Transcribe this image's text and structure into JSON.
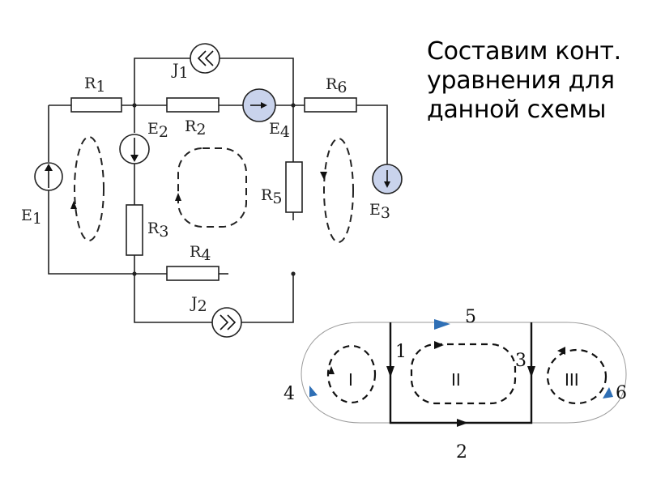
{
  "heading": {
    "line1": "Составим конт.",
    "line2": "уравнения для",
    "line3": "данной схемы"
  },
  "circuit": {
    "labels": {
      "R1": {
        "main": "R",
        "sub": "1"
      },
      "R2": {
        "main": "R",
        "sub": "2"
      },
      "R3": {
        "main": "R",
        "sub": "3"
      },
      "R4": {
        "main": "R",
        "sub": "4"
      },
      "R5": {
        "main": "R",
        "sub": "5"
      },
      "R6": {
        "main": "R",
        "sub": "6"
      },
      "E1": {
        "main": "E",
        "sub": "1"
      },
      "E2": {
        "main": "E",
        "sub": "2"
      },
      "E3": {
        "main": "E",
        "sub": "3"
      },
      "E4": {
        "main": "E",
        "sub": "4"
      },
      "J1": {
        "main": "J",
        "sub": "1"
      },
      "J2": {
        "main": "J",
        "sub": "2"
      }
    }
  },
  "graph": {
    "branches": [
      "1",
      "2",
      "3",
      "4",
      "5",
      "6"
    ],
    "loops": [
      "I",
      "II",
      "III"
    ]
  },
  "colors": {
    "wire": "#222222",
    "source_fill": "#c9d3ec",
    "blue_marker": "#2f6fb5",
    "thin_outline": "#9a9a9a"
  }
}
